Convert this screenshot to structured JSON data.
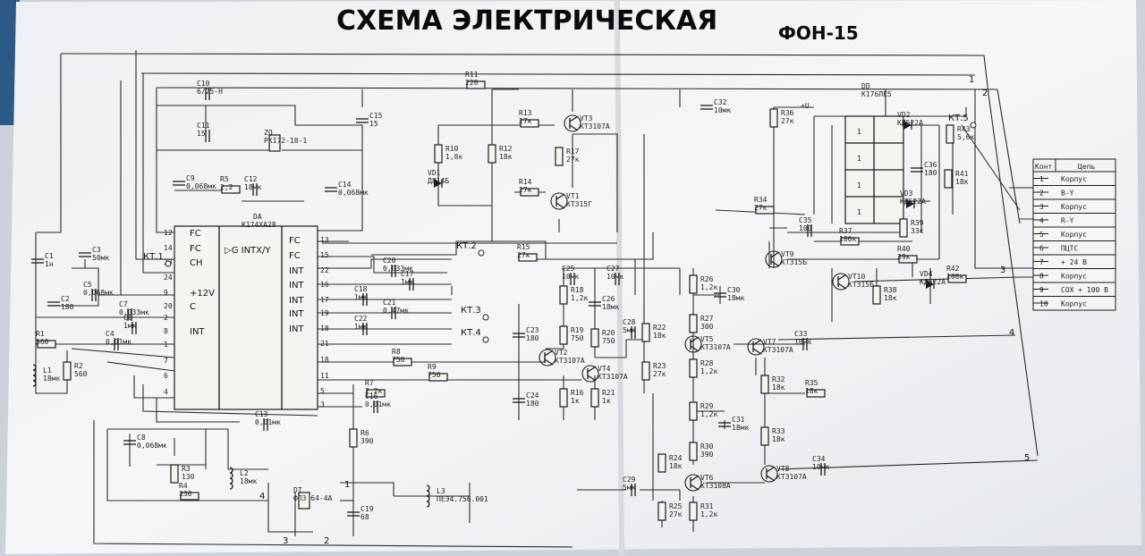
{
  "title": {
    "main": "СХЕМА ЭЛЕКТРИЧЕСКАЯ",
    "model": "ФОН-15"
  },
  "ic_da": {
    "ref": "DA",
    "part": "К174ХА28",
    "inner_label": "▷G INTX/Y",
    "left_pins": [
      {
        "num": "12",
        "name": "FC"
      },
      {
        "num": "14",
        "name": "FC"
      },
      {
        "num": "23",
        "name": "CH"
      },
      {
        "num": "24",
        "name": ""
      },
      {
        "num": "9",
        "name": "+12V"
      },
      {
        "num": "20",
        "name": "C"
      },
      {
        "num": "2",
        "name": ""
      },
      {
        "num": "8",
        "name": "INT"
      },
      {
        "num": "1",
        "name": ""
      },
      {
        "num": "7",
        "name": ""
      },
      {
        "num": "6",
        "name": ""
      },
      {
        "num": "4",
        "name": ""
      }
    ],
    "right_pins": [
      {
        "num": "13",
        "name": "FC"
      },
      {
        "num": "15",
        "name": "FC"
      },
      {
        "num": "22",
        "name": "INT"
      },
      {
        "num": "16",
        "name": "INT"
      },
      {
        "num": "17",
        "name": "INT"
      },
      {
        "num": "19",
        "name": "INT"
      },
      {
        "num": "18",
        "name": "INT"
      },
      {
        "num": "21",
        "name": ""
      },
      {
        "num": "18",
        "name": ""
      },
      {
        "num": "11",
        "name": ""
      },
      {
        "num": "5",
        "name": ""
      },
      {
        "num": "3",
        "name": ""
      }
    ]
  },
  "components": [
    {
      "ref": "C10",
      "value": "6/25-Н"
    },
    {
      "ref": "C11",
      "value": "15"
    },
    {
      "ref": "C15",
      "value": "15"
    },
    {
      "ref": "ZQ",
      "value": "РК172-18-1"
    },
    {
      "ref": "C9",
      "value": "0,068мк"
    },
    {
      "ref": "R5",
      "value": "2,2"
    },
    {
      "ref": "C12",
      "value": "18мк"
    },
    {
      "ref": "C14",
      "value": "0,068мк"
    },
    {
      "ref": "C1",
      "value": "1н"
    },
    {
      "ref": "C3",
      "value": "50мк"
    },
    {
      "ref": "C2",
      "value": "180"
    },
    {
      "ref": "C5",
      "value": "0,068мк"
    },
    {
      "ref": "C7",
      "value": "0,033мк"
    },
    {
      "ref": "C6",
      "value": "1мк"
    },
    {
      "ref": "C4",
      "value": "0,01мк"
    },
    {
      "ref": "R1",
      "value": "560"
    },
    {
      "ref": "R2",
      "value": "560"
    },
    {
      "ref": "L1",
      "value": "18мк"
    },
    {
      "ref": "C20",
      "value": "0,033мк"
    },
    {
      "ref": "C18",
      "value": "1мк"
    },
    {
      "ref": "C17",
      "value": "1мк"
    },
    {
      "ref": "C21",
      "value": "0,47мк"
    },
    {
      "ref": "C22",
      "value": "1мк"
    },
    {
      "ref": "R8",
      "value": "750"
    },
    {
      "ref": "R9",
      "value": "750"
    },
    {
      "ref": "R7",
      "value": "2,2к"
    },
    {
      "ref": "C16",
      "value": "0,01мк"
    },
    {
      "ref": "C13",
      "value": "0,01мк"
    },
    {
      "ref": "R6",
      "value": "390"
    },
    {
      "ref": "C19",
      "value": "68"
    },
    {
      "ref": "C8",
      "value": "0,068мк"
    },
    {
      "ref": "R3",
      "value": "130"
    },
    {
      "ref": "R4",
      "value": "330"
    },
    {
      "ref": "L2",
      "value": "18мк"
    },
    {
      "ref": "L3",
      "value": "ПЕЭ4.756.001"
    },
    {
      "ref": "DT",
      "value": "ФПЗ 64-4А"
    },
    {
      "ref": "R11",
      "value": "220"
    },
    {
      "ref": "R10",
      "value": "1,8к"
    },
    {
      "ref": "VD1",
      "value": "Д814Б"
    },
    {
      "ref": "R12",
      "value": "18к"
    },
    {
      "ref": "R13",
      "value": "27к"
    },
    {
      "ref": "R17",
      "value": "27к"
    },
    {
      "ref": "VT3",
      "value": "КТ3107А"
    },
    {
      "ref": "R14",
      "value": "27к"
    },
    {
      "ref": "VT1",
      "value": "КТ315Г"
    },
    {
      "ref": "R15",
      "value": "27к"
    },
    {
      "ref": "C25",
      "value": "10мк"
    },
    {
      "ref": "C27",
      "value": "10мк"
    },
    {
      "ref": "R18",
      "value": "1,2к"
    },
    {
      "ref": "C26",
      "value": "18мк"
    },
    {
      "ref": "C23",
      "value": "180"
    },
    {
      "ref": "R19",
      "value": "750"
    },
    {
      "ref": "R20",
      "value": "750"
    },
    {
      "ref": "VT2",
      "value": "КТ3107А"
    },
    {
      "ref": "VT4",
      "value": "КТ3107А"
    },
    {
      "ref": "C24",
      "value": "180"
    },
    {
      "ref": "R16",
      "value": "1к"
    },
    {
      "ref": "R21",
      "value": "1к"
    },
    {
      "ref": "C28",
      "value": "5мк"
    },
    {
      "ref": "R22",
      "value": "18к"
    },
    {
      "ref": "R23",
      "value": "27к"
    },
    {
      "ref": "C29",
      "value": "5мк"
    },
    {
      "ref": "R24",
      "value": "18к"
    },
    {
      "ref": "R25",
      "value": "27к"
    },
    {
      "ref": "R26",
      "value": "1,2к"
    },
    {
      "ref": "C30",
      "value": "18мк"
    },
    {
      "ref": "R27",
      "value": "300"
    },
    {
      "ref": "VT5",
      "value": "КТ3107А"
    },
    {
      "ref": "R28",
      "value": "1,2к"
    },
    {
      "ref": "R29",
      "value": "1,2к"
    },
    {
      "ref": "C31",
      "value": "18мк"
    },
    {
      "ref": "R30",
      "value": "390"
    },
    {
      "ref": "VT6",
      "value": "КТ3108А"
    },
    {
      "ref": "R31",
      "value": "1,2к"
    },
    {
      "ref": "C32",
      "value": "10мк"
    },
    {
      "ref": "R36",
      "value": "27к"
    },
    {
      "ref": "R34",
      "value": "27к"
    },
    {
      "ref": "VT9",
      "value": "КТ315Б"
    },
    {
      "ref": "VT7",
      "value": "КТ3107А"
    },
    {
      "ref": "C33",
      "value": "10мк"
    },
    {
      "ref": "R32",
      "value": "18к"
    },
    {
      "ref": "R35",
      "value": "18к"
    },
    {
      "ref": "R33",
      "value": "18к"
    },
    {
      "ref": "VT8",
      "value": "КТ3107А"
    },
    {
      "ref": "C34",
      "value": "10мк"
    },
    {
      "ref": "DD",
      "value": "К176ЛЕ5"
    },
    {
      "ref": "VD2",
      "value": "КД522А"
    },
    {
      "ref": "VD3",
      "value": "КД522А"
    },
    {
      "ref": "VD4",
      "value": "КД522А"
    },
    {
      "ref": "R43",
      "value": "5,6к"
    },
    {
      "ref": "R41",
      "value": "18к"
    },
    {
      "ref": "C36",
      "value": "180"
    },
    {
      "ref": "R39",
      "value": "33к"
    },
    {
      "ref": "C35",
      "value": "100"
    },
    {
      "ref": "R37",
      "value": "100к"
    },
    {
      "ref": "R40",
      "value": "39к"
    },
    {
      "ref": "VT10",
      "value": "КТ315Б"
    },
    {
      "ref": "R38",
      "value": "18к"
    },
    {
      "ref": "R42",
      "value": "100к"
    }
  ],
  "testpoints": [
    "КТ.1",
    "КТ.2",
    "КТ.3",
    "КТ.4",
    "КТ.5"
  ],
  "supply": "+U",
  "logic_gate_labels": [
    "1",
    "1",
    "1",
    "1"
  ],
  "connector_table": {
    "headers": [
      "Конт",
      "Цепь"
    ],
    "rows": [
      {
        "pin": "1",
        "net": "Корпус"
      },
      {
        "pin": "2",
        "net": "B-Y"
      },
      {
        "pin": "3",
        "net": "Корпус"
      },
      {
        "pin": "4",
        "net": "R-Y"
      },
      {
        "pin": "5",
        "net": "Корпус"
      },
      {
        "pin": "6",
        "net": "ПЦТС"
      },
      {
        "pin": "7",
        "net": "+ 24 В"
      },
      {
        "pin": "8",
        "net": "Корпус"
      },
      {
        "pin": "9",
        "net": "СОХ + 100 В"
      },
      {
        "pin": "10",
        "net": "Корпус"
      }
    ]
  },
  "bus_numbers": [
    "1",
    "2",
    "3",
    "4",
    "5"
  ],
  "misc_numbers": [
    "1",
    "2",
    "3",
    "4"
  ]
}
